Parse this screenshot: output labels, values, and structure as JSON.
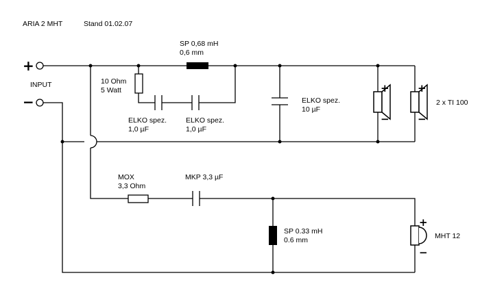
{
  "title": "ARIA 2 MHT",
  "date": "Stand 01.02.07",
  "input": {
    "plus": "+",
    "minus": "−",
    "label": "INPUT"
  },
  "components": {
    "r1": {
      "line1": "10 Ohm",
      "line2": "5 Watt"
    },
    "l1": {
      "line1": "SP 0,68 mH",
      "line2": "0,6 mm"
    },
    "c1": {
      "line1": "ELKO spez.",
      "line2": "1,0 µF"
    },
    "c2": {
      "line1": "ELKO spez.",
      "line2": "1,0 µF"
    },
    "c3": {
      "line1": "ELKO spez.",
      "line2": "10 µF"
    },
    "woofers": {
      "label": "2 x TI 100"
    },
    "r2": {
      "line1": "MOX",
      "line2": "3,3 Ohm"
    },
    "c4": {
      "line1": "MKP 3,3 µF"
    },
    "l2": {
      "line1": "SP 0.33 mH",
      "line2": "0.6 mm"
    },
    "tweeter": {
      "label": "MHT 12"
    }
  },
  "polarity": {
    "plus": "+",
    "minus": "−"
  }
}
